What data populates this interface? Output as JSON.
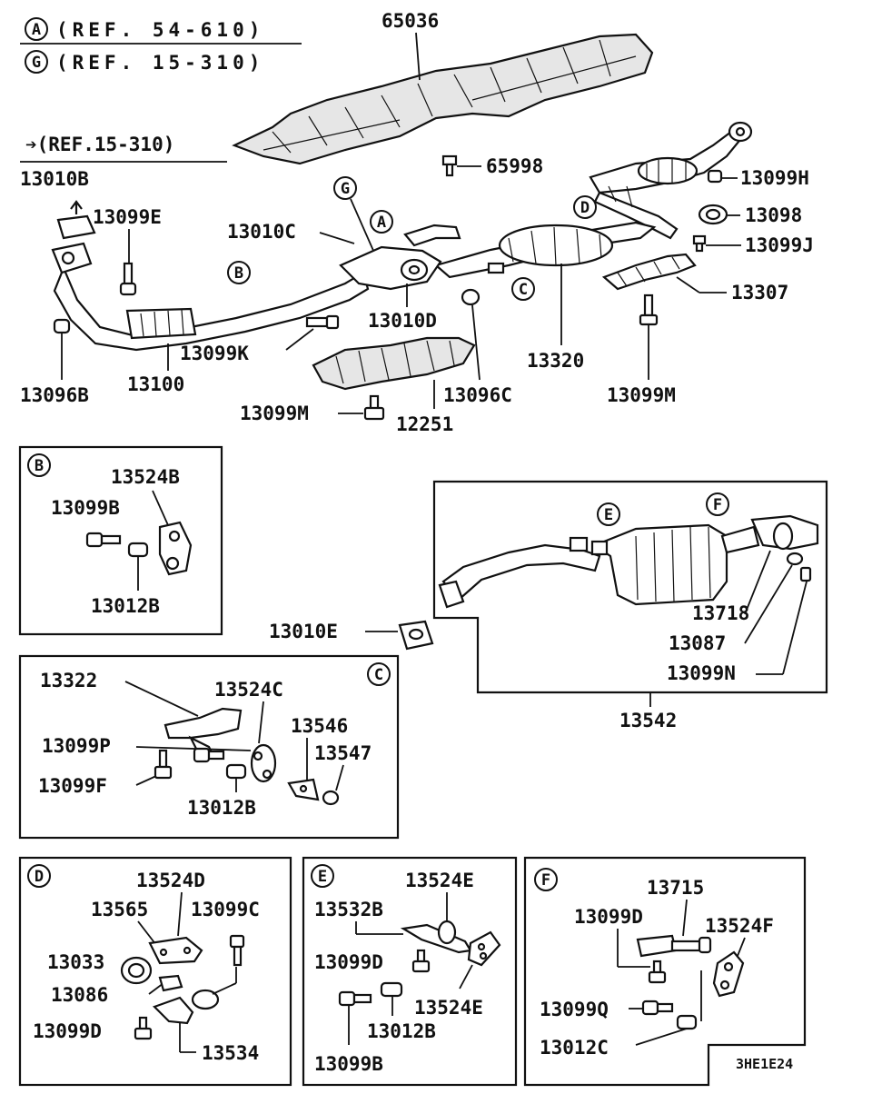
{
  "refs": [
    {
      "letter": "A",
      "text": "(REF. 54-610)"
    },
    {
      "letter": "G",
      "text": "(REF. 15-310)"
    }
  ],
  "arrow_ref": "➔(REF.15-310)",
  "main": {
    "p65036": "65036",
    "p65998": "65998",
    "p13099H": "13099H",
    "p13098": "13098",
    "p13099J": "13099J",
    "p13307": "13307",
    "p13320": "13320",
    "p13099M_r": "13099M",
    "p13096C": "13096C",
    "p12251": "12251",
    "p13099M_l": "13099M",
    "p13010D": "13010D",
    "p13099K": "13099K",
    "p13100": "13100",
    "p13096B": "13096B",
    "p13010B": "13010B",
    "p13099E": "13099E",
    "p13010C": "13010C",
    "p13010E": "13010E",
    "cA": "A",
    "cB": "B",
    "cC": "C",
    "cD": "D",
    "cG": "G"
  },
  "inset_b": {
    "letter": "B",
    "p13524B": "13524B",
    "p13099B": "13099B",
    "p13012B": "13012B"
  },
  "inset_muffler": {
    "cE": "E",
    "cF": "F",
    "p13718": "13718",
    "p13087": "13087",
    "p13099N": "13099N",
    "p13542": "13542"
  },
  "inset_c": {
    "letter": "C",
    "p13322": "13322",
    "p13524C": "13524C",
    "p13546": "13546",
    "p13547": "13547",
    "p13099P": "13099P",
    "p13099F": "13099F",
    "p13012B": "13012B"
  },
  "inset_d": {
    "letter": "D",
    "p13524D": "13524D",
    "p13565": "13565",
    "p13099C": "13099C",
    "p13033": "13033",
    "p13086": "13086",
    "p13099D": "13099D",
    "p13534": "13534"
  },
  "inset_e": {
    "letter": "E",
    "p13524E_t": "13524E",
    "p13532B": "13532B",
    "p13099D": "13099D",
    "p13524E_b": "13524E",
    "p13012B": "13012B",
    "p13099B": "13099B"
  },
  "inset_f": {
    "letter": "F",
    "p13715": "13715",
    "p13099D": "13099D",
    "p13524F": "13524F",
    "p13099Q": "13099Q",
    "p13012C": "13012C"
  },
  "diagram_code": "3HE1E24"
}
